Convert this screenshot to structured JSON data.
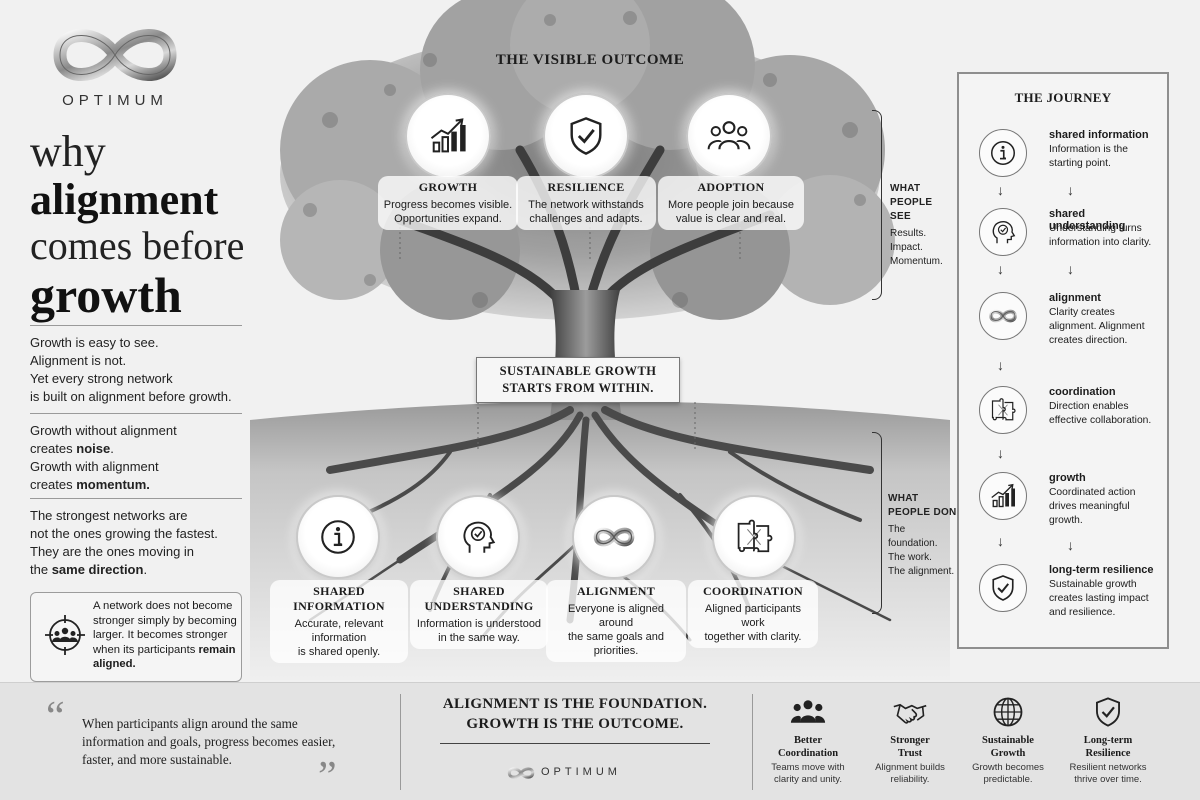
{
  "brand": {
    "name": "OPTIMUM"
  },
  "left": {
    "headline": {
      "line1": "why",
      "line2": "alignment",
      "line3": "comes before",
      "line4": "growth"
    },
    "intro": [
      "Growth is easy to see.",
      "Alignment is not.",
      "Yet every strong network",
      "is built on alignment before growth."
    ],
    "contrast": {
      "a": "Growth without alignment",
      "b": "creates ",
      "b_bold": "noise",
      "b_end": ".",
      "c": "Growth with alignment",
      "d": "creates ",
      "d_bold": "momentum."
    },
    "strongest": {
      "a": "The strongest networks are",
      "b": "not the ones growing the fastest.",
      "c": "They are the ones moving in",
      "d": "the ",
      "d_bold": "same direction",
      "d_end": "."
    },
    "note": {
      "text": "A network does not become stronger simply by becoming larger. It becomes stronger when its participants",
      "bold": "remain aligned."
    }
  },
  "tree": {
    "outcome_title": "THE VISIBLE OUTCOME",
    "top": [
      {
        "icon": "chart-growth-icon",
        "title": "GROWTH",
        "desc1": "Progress becomes visible.",
        "desc2": "Opportunities expand."
      },
      {
        "icon": "shield-check-icon",
        "title": "RESILIENCE",
        "desc1": "The network withstands",
        "desc2": "challenges and adapts."
      },
      {
        "icon": "people-group-icon",
        "title": "ADOPTION",
        "desc1": "More people join because",
        "desc2": "value is clear and real."
      }
    ],
    "sustain": {
      "line1": "SUSTAINABLE GROWTH",
      "line2": "STARTS FROM WITHIN."
    },
    "roots": [
      {
        "icon": "info-icon",
        "title": "SHARED INFORMATION",
        "desc1": "Accurate, relevant information",
        "desc2": "is shared openly."
      },
      {
        "icon": "head-understanding-icon",
        "title": "SHARED UNDERSTANDING",
        "desc1": "Information is understood",
        "desc2": "in the same way."
      },
      {
        "icon": "infinity-icon",
        "title": "ALIGNMENT",
        "desc1": "Everyone is aligned around",
        "desc2": "the same goals and priorities."
      },
      {
        "icon": "puzzle-icon",
        "title": "COORDINATION",
        "desc1": "Aligned participants work",
        "desc2": "together with clarity."
      }
    ],
    "see": {
      "h1": "WHAT",
      "h2": "PEOPLE SEE",
      "l1": "Results.",
      "l2": "Impact.",
      "l3": "Momentum."
    },
    "dont_see": {
      "h1": "WHAT",
      "h2": "PEOPLE DON'T SEE",
      "l1": "The foundation.",
      "l2": "The work.",
      "l3": "The alignment."
    }
  },
  "journey": {
    "title": "THE JOURNEY",
    "steps": [
      {
        "icon": "info-icon",
        "name": "shared information",
        "desc": "Information is the starting point."
      },
      {
        "icon": "head-understanding-icon",
        "name": "shared understanding",
        "desc": "Understanding turns information into clarity."
      },
      {
        "icon": "infinity-icon",
        "name": "alignment",
        "desc": "Clarity creates alignment. Alignment creates direction."
      },
      {
        "icon": "puzzle-icon",
        "name": "coordination",
        "desc": "Direction enables effective collaboration."
      },
      {
        "icon": "chart-growth-icon",
        "name": "growth",
        "desc": "Coordinated action drives meaningful growth."
      },
      {
        "icon": "shield-check-icon",
        "name": "long-term resilience",
        "desc": "Sustainable growth creates lasting impact and resilience."
      }
    ]
  },
  "footer": {
    "quote": "When participants align around the same information and goals, progress becomes easier, faster, and more sustainable.",
    "open_mark": "“",
    "close_mark": "”",
    "tagline1": "ALIGNMENT IS THE FOUNDATION.",
    "tagline2": "GROWTH IS THE OUTCOME.",
    "benefits": [
      {
        "icon": "team-icon",
        "t1": "Better",
        "t2": "Coordination",
        "d1": "Teams move with",
        "d2": "clarity and unity."
      },
      {
        "icon": "handshake-icon",
        "t1": "Stronger",
        "t2": "Trust",
        "d1": "Alignment builds",
        "d2": "reliability."
      },
      {
        "icon": "globe-icon",
        "t1": "Sustainable",
        "t2": "Growth",
        "d1": "Growth becomes",
        "d2": "predictable."
      },
      {
        "icon": "shield-check-icon",
        "t1": "Long-term",
        "t2": "Resilience",
        "d1": "Resilient networks",
        "d2": "thrive over time."
      }
    ]
  },
  "colors": {
    "background": "#f1f1f1",
    "ink": "#1c1c1c",
    "banner": "#e3e3e3",
    "panel_border": "#8e8e8e"
  }
}
